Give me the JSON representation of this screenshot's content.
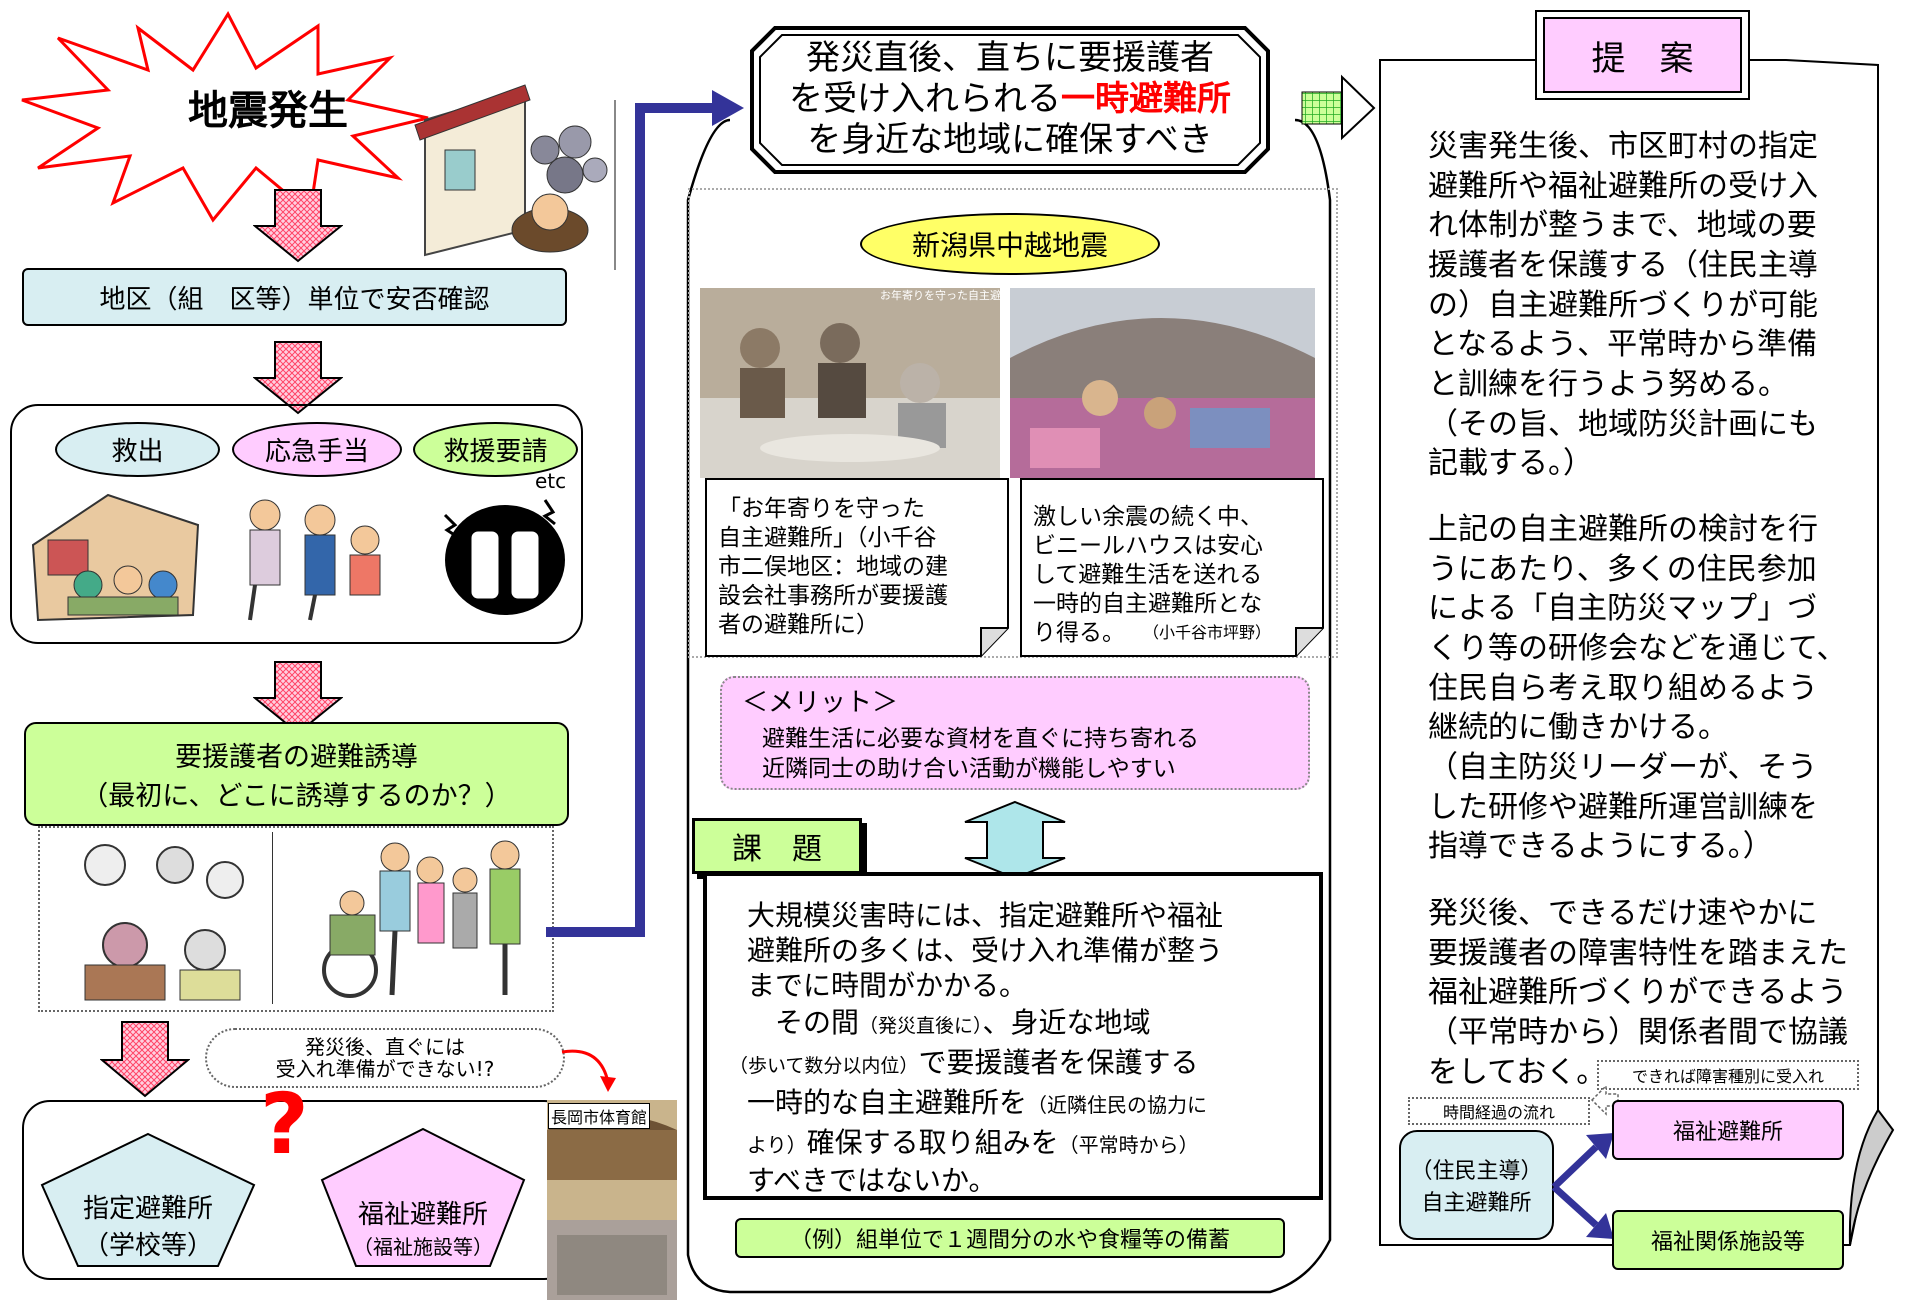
{
  "colors": {
    "light_blue": "#d8eef2",
    "green": "#ccff99",
    "pink": "#ffccff",
    "yellow": "#ffff66",
    "navy": "#333399",
    "red": "#ff0000"
  },
  "left": {
    "quake": "地震発生",
    "safety_check": "地区（組　区等）単位で安否確認",
    "actions": [
      "救出",
      "応急手当",
      "救援要請"
    ],
    "etc": "etc",
    "guidance_line1": "要援護者の避難誘導",
    "guidance_line2": "（最初に、どこに誘導するのか？）",
    "bubble_line1": "発災後、直ぐには",
    "bubble_line2": "受入れ準備ができない!?",
    "nagaoka": "長岡市体育館",
    "question": "?",
    "shelter1_line1": "指定避難所",
    "shelter1_line2": "（学校等）",
    "shelter2_line1": "福祉避難所",
    "shelter2_line2": "（福祉施設等）"
  },
  "middle": {
    "headline_line1": "発災直後、直ちに要援護者",
    "headline_line2a": "を受け入れられる",
    "headline_line2b": "一時避難所",
    "headline_line3": "を身近な地域に確保すべき",
    "case_label": "新潟県中越地震",
    "photo_overlay": "お年寄りを守った自主避難所",
    "caption1": "「お年寄りを守った\n自主避難所」（小千谷\n市二俣地区：地域の建\n設会社事務所が要援護\n者の避難所に）",
    "caption2_main": "激しい余震の続く中、\nビニールハウスは安心\nして避難生活を送れる\n一時的自主避難所とな\nり得る。",
    "caption2_small": "（小千谷市坪野）",
    "merit_title": "＜メリット＞",
    "merit_line1": "避難生活に必要な資材を直ぐに持ち寄れる",
    "merit_line2": "近隣同士の助け合い活動が機能しやすい",
    "issue_label": "課　題",
    "issue_p1": "大規模災害時には、指定避難所や福祉\n避難所の多くは、受け入れ準備が整う\nまでに時間がかかる。",
    "issue_p2a": "　その間",
    "issue_p2b": "（発災直後に）",
    "issue_p2c": "、身近な地域",
    "issue_p3a": "（歩いて数分以内位）",
    "issue_p3b": "で要援護者を保護する",
    "issue_p4a": "一時的な自主避難所を",
    "issue_p4b": "（近隣住民の協力に",
    "issue_p5a": "より）",
    "issue_p5b": "確保する取り組みを",
    "issue_p5c": "（平常時から）",
    "issue_p6": "すべきではないか。",
    "example": "（例）組単位で１週間分の水や食糧等の備蓄"
  },
  "right": {
    "title": "提　案",
    "para1": "災害発生後、市区町村の指定\n避難所や福祉避難所の受け入\nれ体制が整うまで、地域の要\n援護者を保護する（住民主導\nの）自主避難所づくりが可能\nとなるよう、平常時から準備\nと訓練を行うよう努める。\n（その旨、地域防災計画にも\n記載する。）",
    "para2": "上記の自主避難所の検討を行\nうにあたり、多くの住民参加\nによる「自主防災マップ」づ\nくり等の研修会などを通じて、\n住民自ら考え取り組めるよう\n継続的に働きかける。\n（自主防災リーダーが、そう\nした研修や避難所運営訓練を\n指導できるようにする。）",
    "para3": "発災後、できるだけ速やかに\n要援護者の障害特性を踏まえた\n福祉避難所づくりができるよう\n（平常時から）関係者間で協議\nをしておく。",
    "note_type": "できれば障害種別に受入れ",
    "time_flow": "時間経過の流れ",
    "self_line1": "（住民主導）",
    "self_line2": "自主避難所",
    "welfare_shelter": "福祉避難所",
    "welfare_facility": "福祉関係施設等"
  }
}
